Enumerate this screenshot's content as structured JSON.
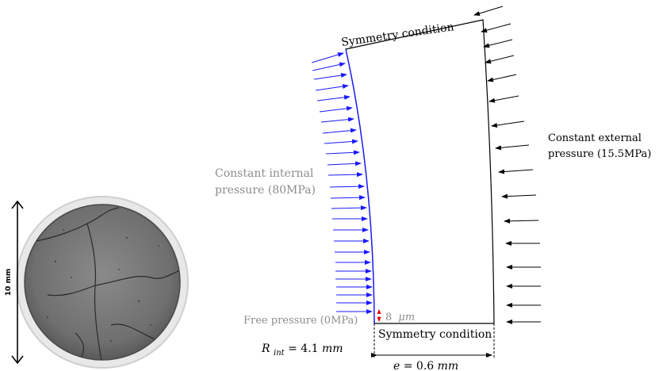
{
  "pellet": {
    "scale_label": "10 mm"
  },
  "diagram": {
    "top_boundary": "Symmetry condition",
    "bottom_boundary": "Symmetry condition",
    "internal_pressure_line1": "Constant internal",
    "internal_pressure_line2": "pressure (80MPa)",
    "external_pressure_line1": "Constant external",
    "external_pressure_line2": "pressure (15.5MPa)",
    "free_pressure": "Free pressure (0MPa)",
    "gap_value": "8",
    "gap_unit": "μm",
    "rint_symbol": "R",
    "rint_sub": "int",
    "rint_value": " = 4.1 ",
    "rint_unit": "mm",
    "thickness_symbol": "e",
    "thickness_value": " = 0.6 ",
    "thickness_unit": "mm"
  },
  "colors": {
    "internal_arrows": "#1a1aff",
    "external_arrows": "#000000",
    "gap_arrow": "#e00000",
    "muted_text": "#8c8c8c"
  }
}
